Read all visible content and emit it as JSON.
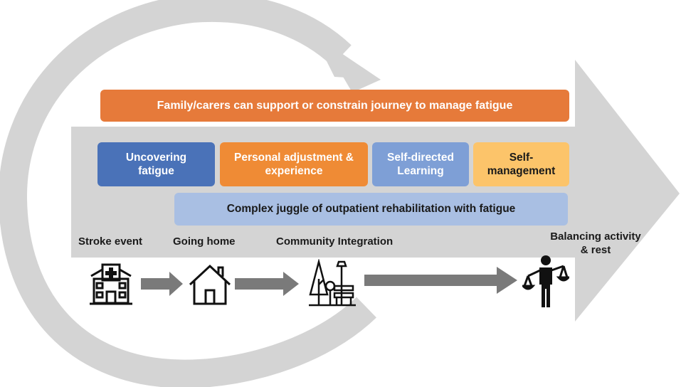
{
  "banner": {
    "text": "Family/carers can support or constrain journey to manage fatigue",
    "color": "#e67a3a"
  },
  "phases": [
    {
      "id": "uncovering",
      "text": "Uncovering fatigue",
      "color": "#4a72b8"
    },
    {
      "id": "personal",
      "text": "Personal adjustment & experience",
      "color": "#ef8b35"
    },
    {
      "id": "self-directed",
      "text": "Self-directed Learning",
      "color": "#7e9fd6"
    },
    {
      "id": "self-management",
      "text": "Self-management",
      "text_line1": "Self-",
      "text_line2": "management",
      "color": "#fcc46a"
    }
  ],
  "juggle": {
    "text": "Complex juggle of outpatient rehabilitation with fatigue",
    "color": "#a9bfe3"
  },
  "stages": {
    "stroke": "Stroke event",
    "home": "Going home",
    "community": "Community Integration",
    "balancing_line1": "Balancing activity",
    "balancing_line2": "& rest"
  },
  "icons": [
    "hospital-icon",
    "house-icon",
    "park-bench-icon",
    "person-balance-scale-icon"
  ],
  "colors": {
    "big_arrow": "#d4d4d4",
    "small_arrows": "#7a7a7a",
    "text": "#1a1a1a"
  }
}
